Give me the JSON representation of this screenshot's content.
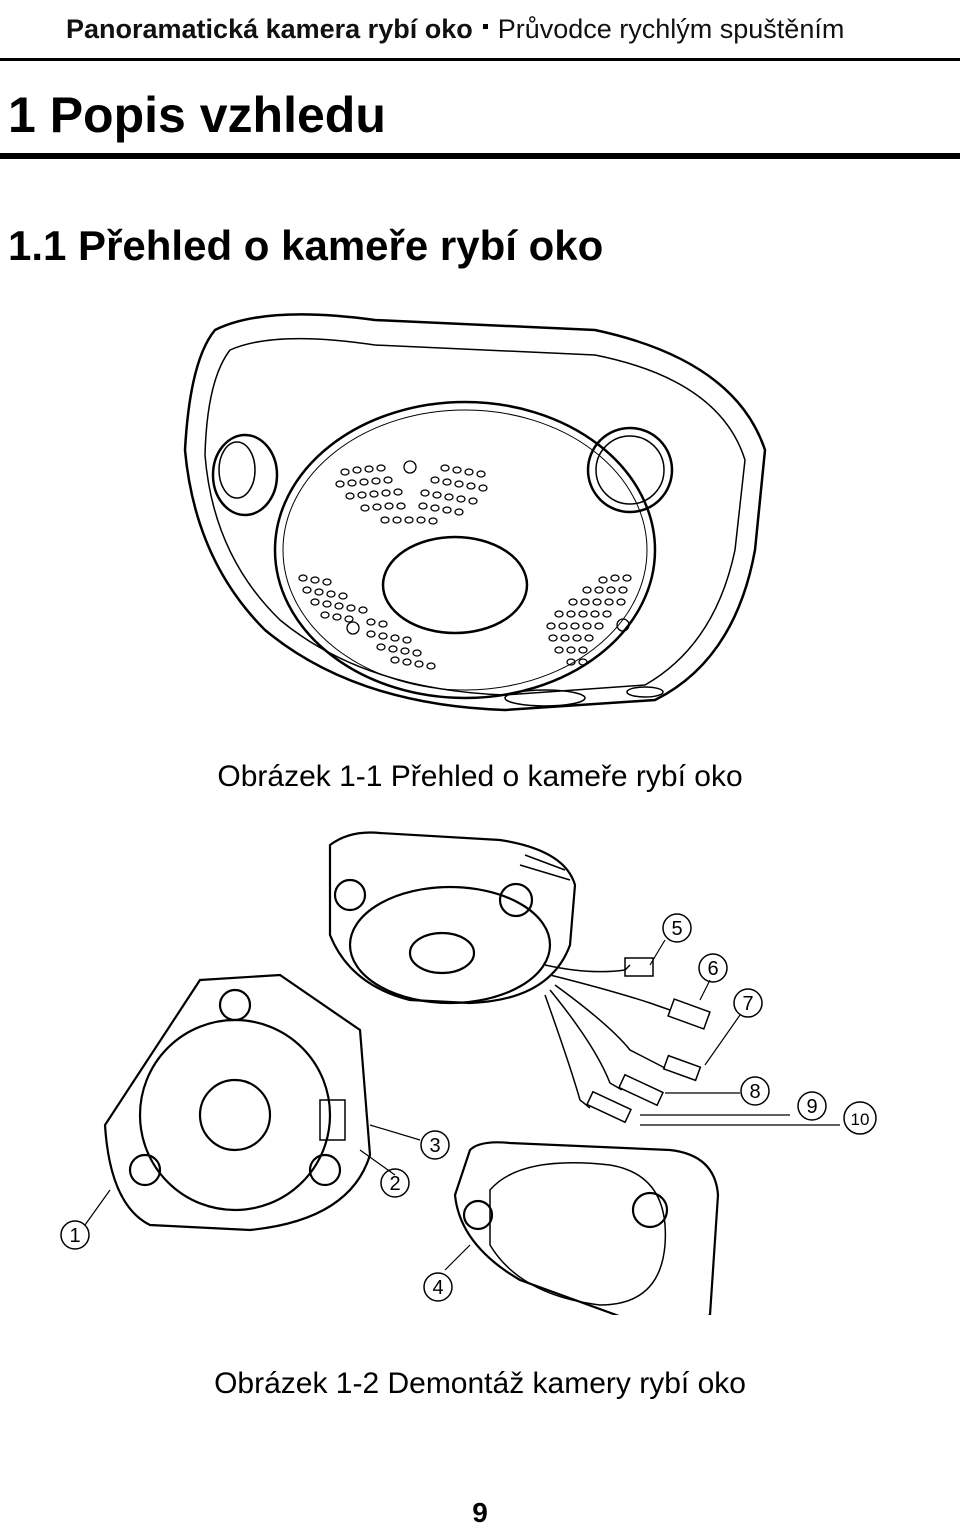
{
  "header": {
    "title": "Panoramatická kamera rybí oko",
    "subtitle": "Průvodce rychlým spuštěním"
  },
  "chapter_heading": "1 Popis vzhledu",
  "section_heading": "1.1 Přehled o kameře rybí oko",
  "figure1": {
    "caption": "Obrázek 1-1 Přehled o kameře rybí oko"
  },
  "figure2": {
    "caption": "Obrázek 1-2 Demontáž kamery rybí oko",
    "callouts": [
      "1",
      "2",
      "3",
      "4",
      "5",
      "6",
      "7",
      "8",
      "9",
      "10"
    ]
  },
  "page_number": "9"
}
